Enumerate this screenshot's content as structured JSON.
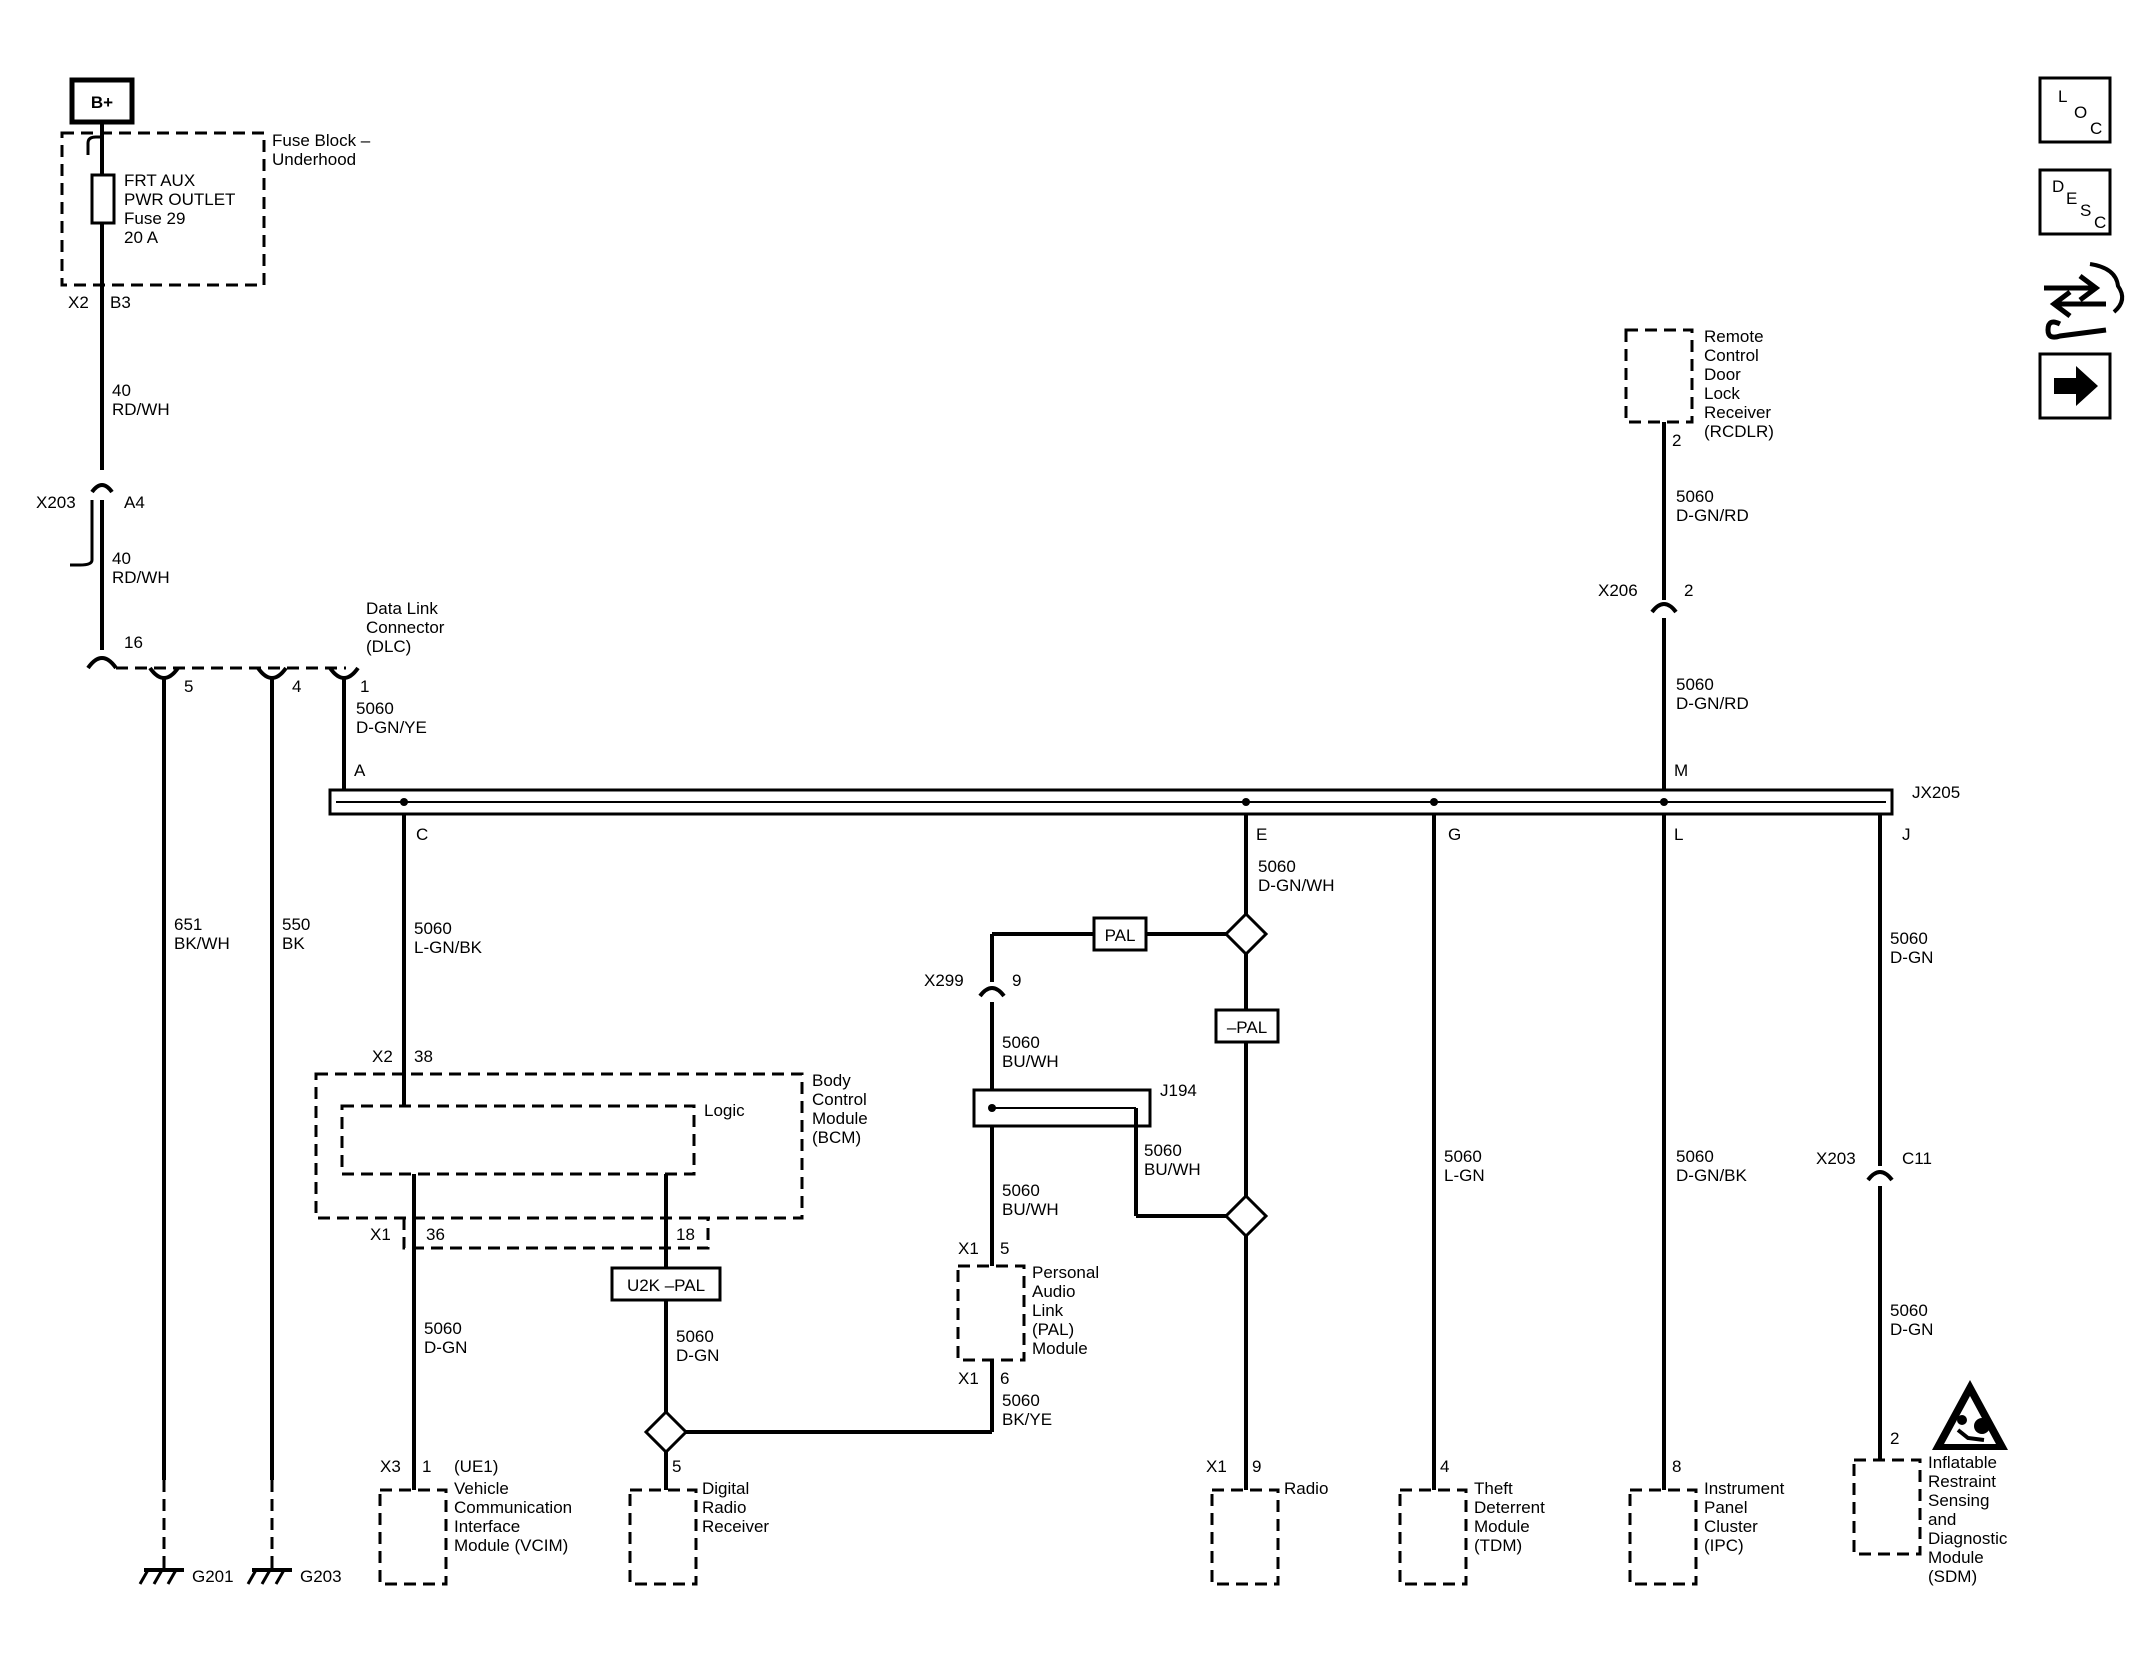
{
  "battery_label": "B+",
  "fuse_block": {
    "title1": "Fuse Block –",
    "title2": "Underhood",
    "fuse1": "FRT AUX",
    "fuse2": "PWR OUTLET",
    "fuse3": "Fuse 29",
    "fuse4": "20 A",
    "conn": "X2",
    "pin": "B3"
  },
  "wires": {
    "w40a_num": "40",
    "w40a_col": "RD/WH",
    "w40b_num": "40",
    "w40b_col": "RD/WH",
    "x203a_conn": "X203",
    "x203a_pin": "A4",
    "w651_num": "651",
    "w651_col": "BK/WH",
    "w550_num": "550",
    "w550_col": "BK",
    "dlc_w_num": "5060",
    "dlc_w_col": "D-GN/YE",
    "rcdlr_w_num": "5060",
    "rcdlr_w_col": "D-GN/RD",
    "x206_w_num": "5060",
    "x206_w_col": "D-GN/RD",
    "c_w_num": "5060",
    "c_w_col": "L-GN/BK",
    "e_w_num": "5060",
    "e_w_col": "D-GN/WH",
    "j_w_num": "5060",
    "j_w_col": "D-GN",
    "x299_w_num": "5060",
    "x299_w_col": "BU/WH",
    "j194_w_num": "5060",
    "j194_w_col": "BU/WH",
    "pal_in_num": "5060",
    "pal_in_col": "BU/WH",
    "pal_out_num": "5060",
    "pal_out_col": "BK/YE",
    "vcim_w_num": "5060",
    "vcim_w_col": "D-GN",
    "drr_w_num": "5060",
    "drr_w_col": "D-GN",
    "tdm_w_num": "5060",
    "tdm_w_col": "L-GN",
    "ipc_w_num": "5060",
    "ipc_w_col": "D-GN/BK",
    "sdm_w_num": "5060",
    "sdm_w_col": "D-GN"
  },
  "dlc": {
    "title1": "Data Link",
    "title2": "Connector",
    "title3": "(DLC)",
    "pin16": "16",
    "pin5": "5",
    "pin4": "4",
    "pin1": "1"
  },
  "rcdlr": {
    "l1": "Remote",
    "l2": "Control",
    "l3": "Door",
    "l4": "Lock",
    "l5": "Receiver",
    "l6": "(RCDLR)",
    "pin": "2"
  },
  "x206": {
    "conn": "X206",
    "pin": "2"
  },
  "splice": {
    "name": "JX205",
    "A": "A",
    "M": "M",
    "C": "C",
    "E": "E",
    "G": "G",
    "L": "L",
    "J": "J"
  },
  "pal_label": "PAL",
  "not_pal_label": "–PAL",
  "u2k_label": "U2K –PAL",
  "x299": {
    "conn": "X299",
    "pin": "9"
  },
  "j194": "J194",
  "bcm": {
    "conn_top": "X2",
    "pin_top": "38",
    "logic": "Logic",
    "l1": "Body",
    "l2": "Control",
    "l3": "Module",
    "l4": "(BCM)",
    "conn_bot": "X1",
    "pin36": "36",
    "pin18": "18"
  },
  "pal_module": {
    "conn_in": "X1",
    "pin_in": "5",
    "l1": "Personal",
    "l2": "Audio",
    "l3": "Link",
    "l4": "(PAL)",
    "l5": "Module",
    "conn_out": "X1",
    "pin_out": "6"
  },
  "x203b": {
    "conn": "X203",
    "pin": "C11"
  },
  "vcim": {
    "conn": "X3",
    "pin": "1",
    "l0": "(UE1)",
    "l1": "Vehicle",
    "l2": "Communication",
    "l3": "Interface",
    "l4": "Module (VCIM)"
  },
  "drr": {
    "pin": "5",
    "l1": "Digital",
    "l2": "Radio",
    "l3": "Receiver"
  },
  "radio": {
    "conn": "X1",
    "pin": "9",
    "l1": "Radio"
  },
  "tdm": {
    "pin": "4",
    "l1": "Theft",
    "l2": "Deterrent",
    "l3": "Module",
    "l4": "(TDM)"
  },
  "ipc": {
    "pin": "8",
    "l1": "Instrument",
    "l2": "Panel",
    "l3": "Cluster",
    "l4": "(IPC)"
  },
  "sdm": {
    "pin": "2",
    "l1": "Inflatable",
    "l2": "Restraint",
    "l3": "Sensing",
    "l4": "and",
    "l5": "Diagnostic",
    "l6": "Module",
    "l7": "(SDM)"
  },
  "grounds": {
    "g201": "G201",
    "g203": "G203"
  },
  "icons": {
    "loc": [
      "L",
      "O",
      "C"
    ],
    "desc": [
      "D",
      "E",
      "S",
      "C"
    ],
    "names": [
      "loc-icon",
      "desc-icon",
      "connector-end-view-icon",
      "next-arrow-icon"
    ]
  }
}
